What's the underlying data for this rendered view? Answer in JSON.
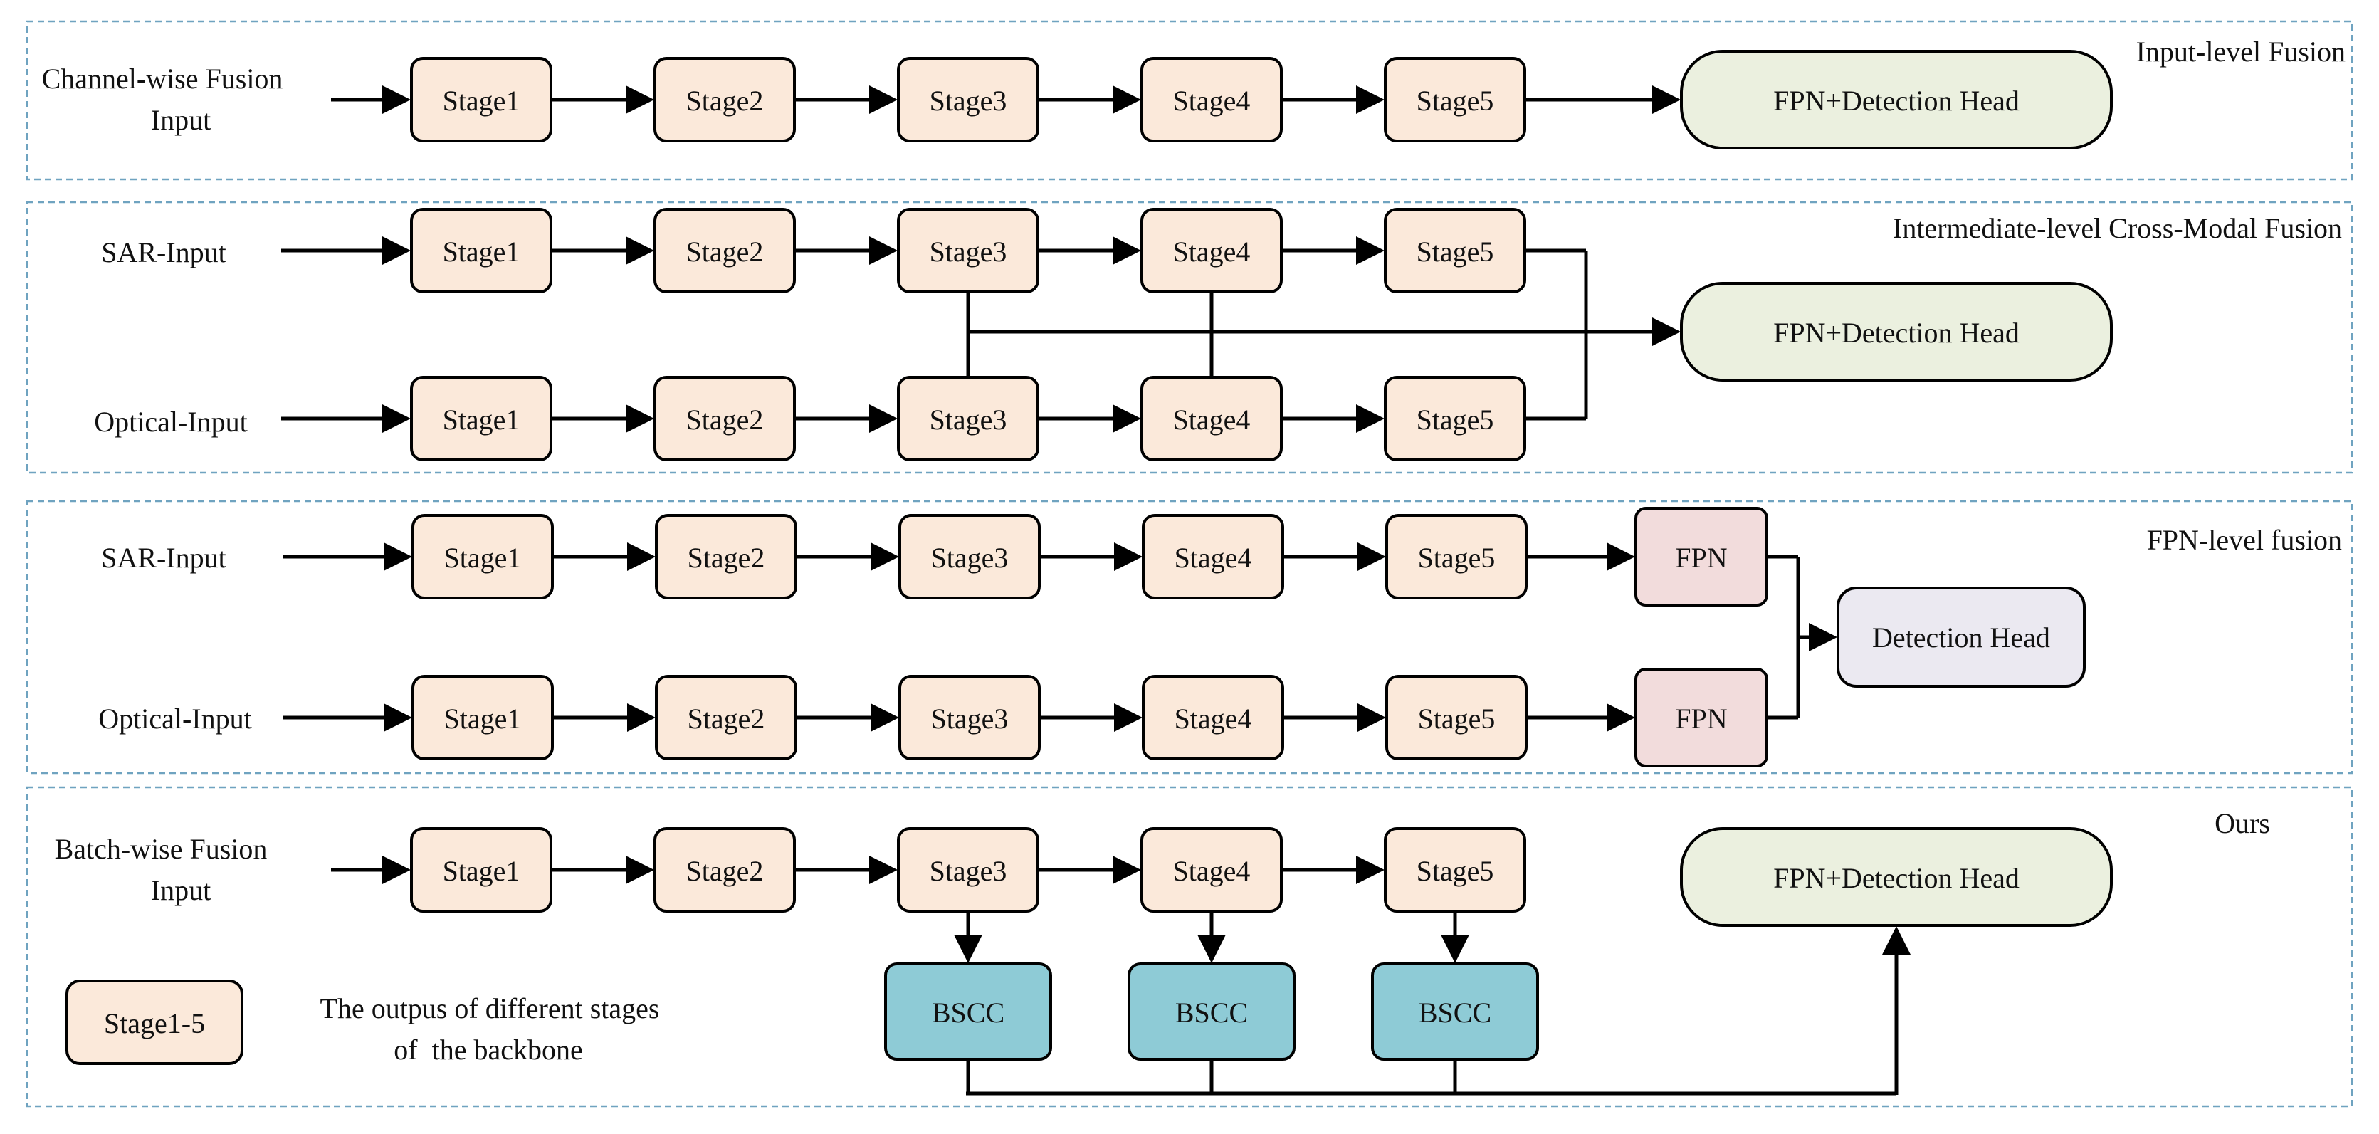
{
  "panels": {
    "input_level": {
      "title": "Input-level Fusion",
      "input_line1": "Channel-wise Fusion",
      "input_line2": "Input",
      "stages": [
        "Stage1",
        "Stage2",
        "Stage3",
        "Stage4",
        "Stage5"
      ],
      "head": "FPN+Detection Head"
    },
    "intermediate_level": {
      "title": "Intermediate-level Cross-Modal Fusion",
      "sar_input": "SAR-Input",
      "optical_input": "Optical-Input",
      "sar_stages": [
        "Stage1",
        "Stage2",
        "Stage3",
        "Stage4",
        "Stage5"
      ],
      "optical_stages": [
        "Stage1",
        "Stage2",
        "Stage3",
        "Stage4",
        "Stage5"
      ],
      "head": "FPN+Detection Head"
    },
    "fpn_level": {
      "title": "FPN-level fusion",
      "sar_input": "SAR-Input",
      "optical_input": "Optical-Input",
      "sar_stages": [
        "Stage1",
        "Stage2",
        "Stage3",
        "Stage4",
        "Stage5"
      ],
      "optical_stages": [
        "Stage1",
        "Stage2",
        "Stage3",
        "Stage4",
        "Stage5"
      ],
      "fpn_top": "FPN",
      "fpn_bottom": "FPN",
      "head": "Detection Head"
    },
    "ours": {
      "title": "Ours",
      "input_line1": "Batch-wise Fusion",
      "input_line2": "Input",
      "stages": [
        "Stage1",
        "Stage2",
        "Stage3",
        "Stage4",
        "Stage5"
      ],
      "bscc": [
        "BSCC",
        "BSCC",
        "BSCC"
      ],
      "head": "FPN+Detection Head",
      "legend_box": "Stage1-5",
      "legend_line1": "The outpus of different stages",
      "legend_line2": "of  the backbone"
    }
  },
  "colors": {
    "panel_border": "#6fa3c0",
    "stage_fill": "#fbe9da",
    "head_fill": "#ebf0df",
    "fpn_fill": "#f2dcdc",
    "detection_head_fill": "#ebe9f1",
    "bscc_fill": "#8ecbd6"
  }
}
